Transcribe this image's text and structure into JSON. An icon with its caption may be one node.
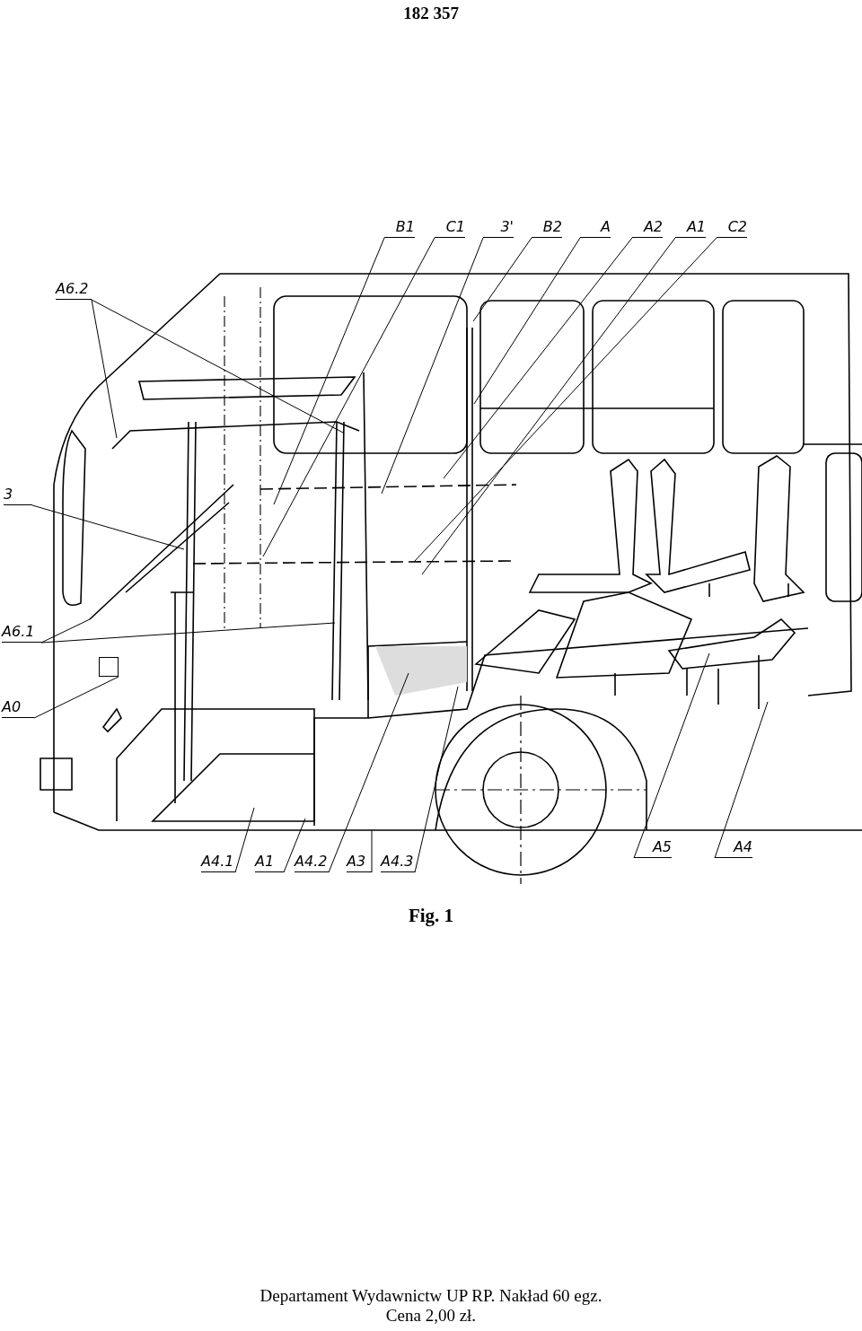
{
  "diagram": {
    "title": "182 357",
    "caption": "Fig. 1",
    "nodes": [
      {
        "text": [
          "B1"
        ]
      },
      {
        "text": [
          "C1"
        ]
      },
      {
        "text": [
          "3'"
        ]
      },
      {
        "text": [
          "B2"
        ]
      },
      {
        "text": [
          "A"
        ]
      },
      {
        "text": [
          "A2"
        ]
      },
      {
        "text": [
          "A1"
        ]
      },
      {
        "text": [
          "C2"
        ]
      },
      {
        "text": [
          "A6.2"
        ]
      },
      {
        "text": [
          "3"
        ]
      },
      {
        "text": [
          "A6.1"
        ]
      },
      {
        "text": [
          "A0"
        ]
      },
      {
        "text": [
          "A4.1"
        ]
      },
      {
        "text": [
          "A1"
        ]
      },
      {
        "text": [
          "A4.2"
        ]
      },
      {
        "text": [
          "A3"
        ]
      },
      {
        "text": [
          "A4.3"
        ]
      },
      {
        "text": [
          "A5"
        ]
      },
      {
        "text": [
          "A4"
        ]
      },
      {
        "text": [],
        "shape": "box"
      }
    ],
    "edges": [
      {
        "from": 0,
        "to": null,
        "arrow": "none"
      },
      {
        "from": 1,
        "to": null,
        "arrow": "none"
      },
      {
        "from": 2,
        "to": null,
        "arrow": "none"
      },
      {
        "from": 3,
        "to": null,
        "arrow": "none"
      },
      {
        "from": 4,
        "to": null,
        "arrow": "none"
      },
      {
        "from": 5,
        "to": null,
        "arrow": "none"
      },
      {
        "from": 6,
        "to": null,
        "arrow": "none"
      },
      {
        "from": 7,
        "to": null,
        "arrow": "none"
      },
      {
        "from": 8,
        "to": null,
        "arrow": "none"
      },
      {
        "from": 8,
        "to": null,
        "arrow": "none"
      },
      {
        "from": 9,
        "to": null,
        "arrow": "none"
      },
      {
        "from": 10,
        "to": null,
        "arrow": "none"
      },
      {
        "from": 10,
        "to": null,
        "arrow": "none"
      },
      {
        "from": 11,
        "to": 19,
        "arrow": "none"
      },
      {
        "from": 12,
        "to": null,
        "arrow": "none"
      },
      {
        "from": 13,
        "to": null,
        "arrow": "none"
      },
      {
        "from": 14,
        "to": null,
        "arrow": "none"
      },
      {
        "from": 15,
        "to": null,
        "arrow": "none"
      },
      {
        "from": 16,
        "to": null,
        "arrow": "none"
      },
      {
        "from": 17,
        "to": null,
        "arrow": "none"
      },
      {
        "from": 18,
        "to": null,
        "arrow": "none"
      }
    ],
    "labels": [
      "Departament Wydawnictw UP RP. Nakład 60 egz.",
      "Cena 2,00 zł."
    ]
  }
}
